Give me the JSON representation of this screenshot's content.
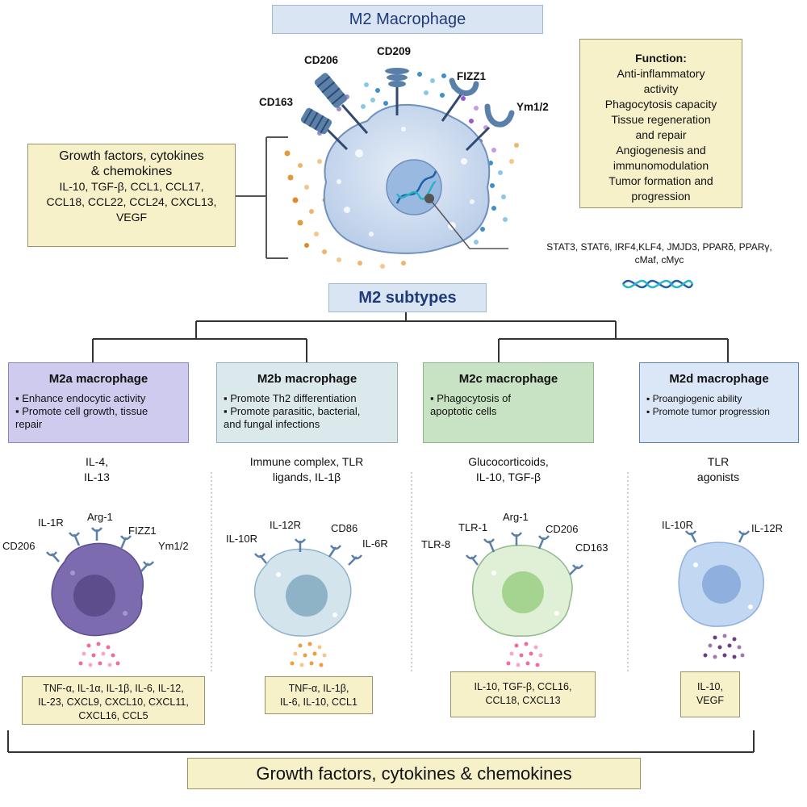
{
  "title": "M2 Macrophage",
  "receptors": {
    "cd206": "CD206",
    "cd209": "CD209",
    "fizz1": "FIZZ1",
    "ym12": "Ym1/2",
    "cd163": "CD163"
  },
  "function_box": {
    "title": "Function:",
    "lines": [
      "Anti-inflammatory",
      "activity",
      "Phagocytosis capacity",
      "Tissue regeneration",
      "and repair",
      "Angiogenesis and",
      "immunomodulation",
      "Tumor formation and",
      "progression"
    ]
  },
  "growth_box": {
    "title_line1": "Growth factors, cytokines",
    "title_line2": "& chemokines",
    "lines": [
      "IL-10, TGF-β, CCL1, CCL17,",
      "CCL18, CCL22, CCL24, CXCL13,",
      "VEGF"
    ]
  },
  "transcription_factors": {
    "line1": "STAT3, STAT6, IRF4,KLF4, JMJD3, PPARδ, PPARγ,",
    "line2": "cMaf, cMyc"
  },
  "subtypes_title": "M2 subtypes",
  "subtypes": [
    {
      "name": "M2a macrophage",
      "bullets": [
        "▪ Enhance endocytic activity",
        "▪ Promote cell growth, tissue",
        "repair"
      ],
      "stimuli_line1": "IL-4,",
      "stimuli_line2": "IL-13",
      "markers": [
        "IL-1R",
        "Arg-1",
        "FIZZ1",
        "CD206",
        "Ym1/2"
      ],
      "secreted": [
        "TNF-α, IL-1α, IL-1β, IL-6, IL-12,",
        "IL-23, CXCL9, CXCL10, CXCL11,",
        "CXCL16, CCL5"
      ],
      "colors": {
        "box": "#cfcbee",
        "border": "#8a86c4",
        "cell": "#7d6bb0",
        "nucleus": "#5d4d8c",
        "dots": "#f06d9a"
      }
    },
    {
      "name": "M2b macrophage",
      "bullets": [
        "▪ Promote Th2 differentiation",
        "▪ Promote parasitic, bacterial,",
        "and fungal infections"
      ],
      "stimuli_line1": "Immune complex, TLR",
      "stimuli_line2": "ligands, IL-1β",
      "markers": [
        "IL-12R",
        "CD86",
        "IL-10R",
        "IL-6R"
      ],
      "secreted": [
        "TNF-α, IL-1β,",
        "IL-6, IL-10, CCL1"
      ],
      "colors": {
        "box": "#dbe8ec",
        "border": "#8fb0bb",
        "cell": "#d3e4ec",
        "nucleus": "#8eb3c7",
        "dots": "#f29a3c"
      }
    },
    {
      "name": "M2c macrophage",
      "bullets": [
        "▪ Phagocytosis of",
        "apoptotic cells"
      ],
      "stimuli_line1": "Glucocorticoids,",
      "stimuli_line2": "IL-10, TGF-β",
      "markers": [
        "TLR-1",
        "Arg-1",
        "CD206",
        "TLR-8",
        "CD163"
      ],
      "secreted": [
        "IL-10, TGF-β, CCL16,",
        "CCL18, CXCL13"
      ],
      "colors": {
        "box": "#c8e3c3",
        "border": "#8fb88a",
        "cell": "#dff0d6",
        "nucleus": "#a4d48f",
        "dots": "#f06d9a"
      }
    },
    {
      "name": "M2d macrophage",
      "bullets": [
        "▪ Proangiogenic ability",
        "▪ Promote tumor progression"
      ],
      "stimuli_line1": "TLR",
      "stimuli_line2": "agonists",
      "markers": [
        "IL-10R",
        "IL-12R"
      ],
      "secreted": [
        "IL-10,",
        "VEGF"
      ],
      "colors": {
        "box": "#dbe7f7",
        "border": "#5b7fb8",
        "cell": "#c2d7f2",
        "nucleus": "#8fb0de",
        "dots": "#6b3f7c"
      }
    }
  ],
  "footer": "Growth factors, cytokines & chemokines"
}
